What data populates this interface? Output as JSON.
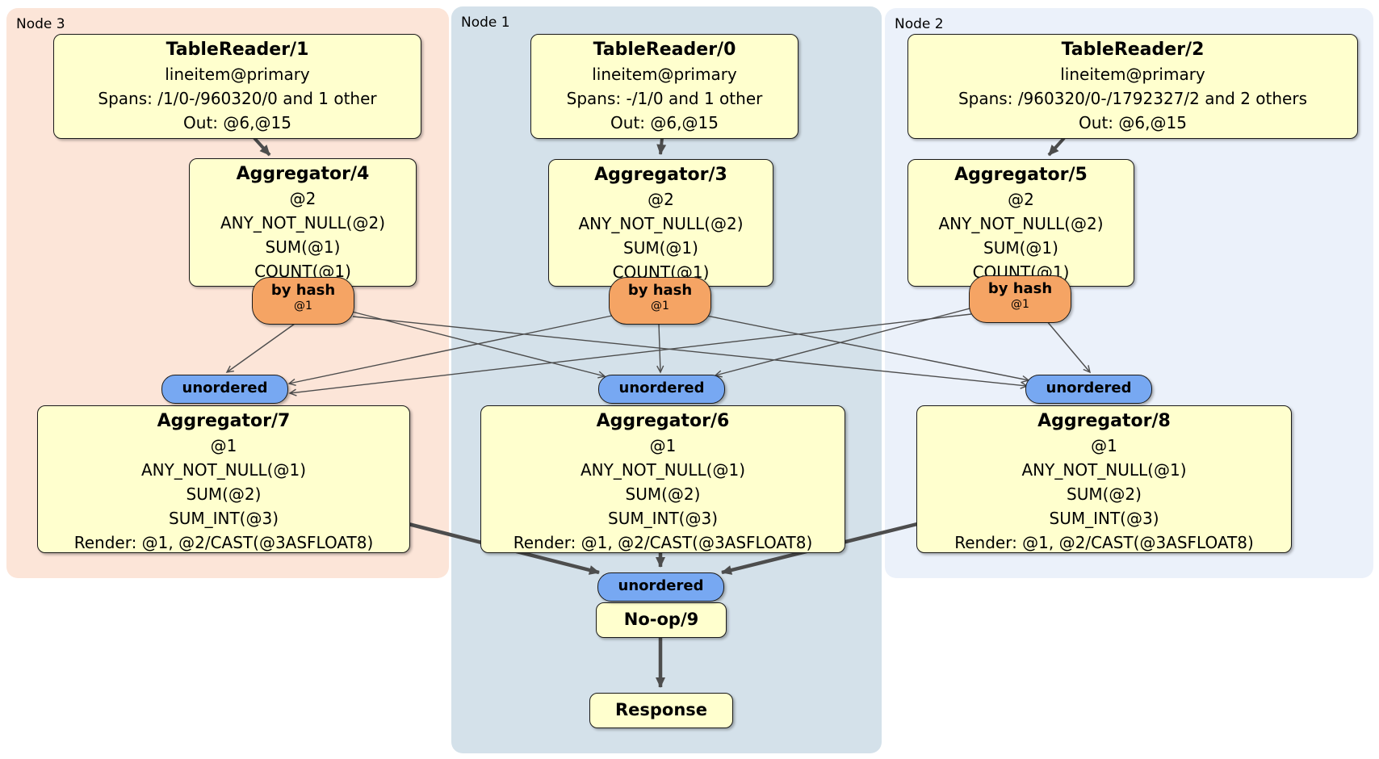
{
  "regions": [
    {
      "label": "Node 3"
    },
    {
      "label": "Node 1"
    },
    {
      "label": "Node 2"
    }
  ],
  "router": {
    "label": "by hash",
    "detail": "@1"
  },
  "sync_label": "unordered",
  "processors": {
    "tablereader1": {
      "title": "TableReader/1",
      "lines": [
        "lineitem@primary",
        "Spans: /1/0-/960320/0 and 1 other",
        "Out: @6,@15"
      ]
    },
    "tablereader0": {
      "title": "TableReader/0",
      "lines": [
        "lineitem@primary",
        "Spans: -/1/0 and 1 other",
        "Out: @6,@15"
      ]
    },
    "tablereader2": {
      "title": "TableReader/2",
      "lines": [
        "lineitem@primary",
        "Spans: /960320/0-/1792327/2 and 2 others",
        "Out: @6,@15"
      ]
    },
    "aggregator4": {
      "title": "Aggregator/4",
      "lines": [
        "@2",
        "ANY_NOT_NULL(@2)",
        "SUM(@1)",
        "COUNT(@1)"
      ]
    },
    "aggregator3": {
      "title": "Aggregator/3",
      "lines": [
        "@2",
        "ANY_NOT_NULL(@2)",
        "SUM(@1)",
        "COUNT(@1)"
      ]
    },
    "aggregator5": {
      "title": "Aggregator/5",
      "lines": [
        "@2",
        "ANY_NOT_NULL(@2)",
        "SUM(@1)",
        "COUNT(@1)"
      ]
    },
    "aggregator7": {
      "title": "Aggregator/7",
      "lines": [
        "@1",
        "ANY_NOT_NULL(@1)",
        "SUM(@2)",
        "SUM_INT(@3)",
        "Render: @1, @2/CAST(@3ASFLOAT8)"
      ]
    },
    "aggregator6": {
      "title": "Aggregator/6",
      "lines": [
        "@1",
        "ANY_NOT_NULL(@1)",
        "SUM(@2)",
        "SUM_INT(@3)",
        "Render: @1, @2/CAST(@3ASFLOAT8)"
      ]
    },
    "aggregator8": {
      "title": "Aggregator/8",
      "lines": [
        "@1",
        "ANY_NOT_NULL(@1)",
        "SUM(@2)",
        "SUM_INT(@3)",
        "Render: @1, @2/CAST(@3ASFLOAT8)"
      ]
    },
    "noop9": {
      "title": "No-op/9"
    },
    "response": {
      "title": "Response"
    }
  },
  "colors": {
    "region_node3_bg": "#FCE5D8",
    "region_node1_bg": "#D4E1EA",
    "region_node2_bg": "#EBF1FA",
    "processor_fill": "#FFFFCE",
    "router_fill": "#F5A464",
    "sync_fill": "#77A8F2",
    "edge": "#4D4D4D",
    "border": "#1A1A1A"
  }
}
